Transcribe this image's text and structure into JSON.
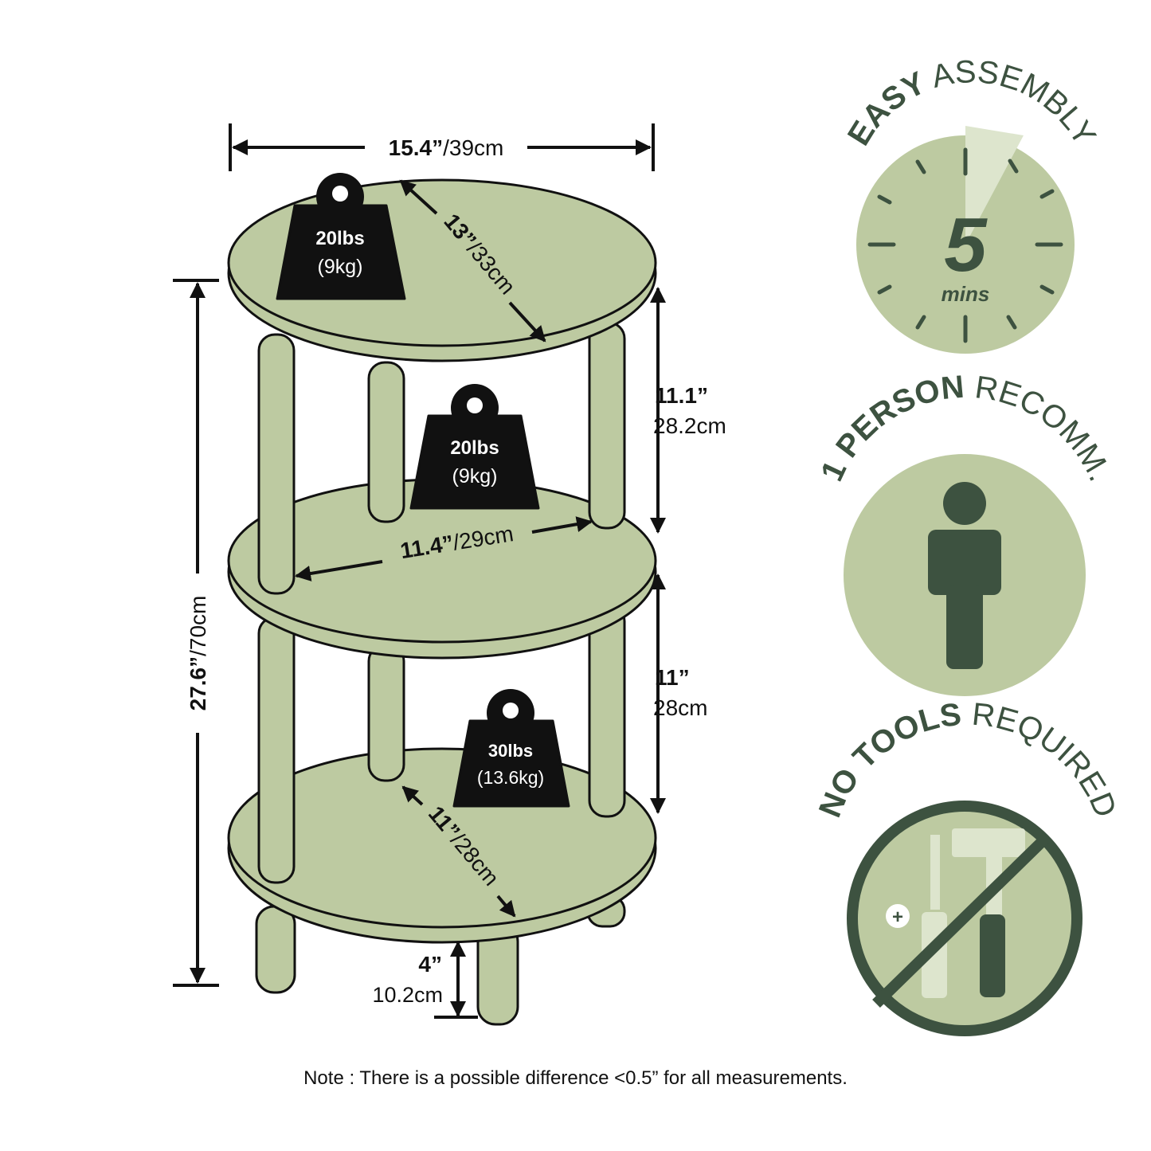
{
  "colors": {
    "shelf": "#bdcaa1",
    "outline": "#111111",
    "badge_fill": "#bdcaa1",
    "badge_dark": "#3d5240",
    "badge_light": "#dde5cd"
  },
  "dimensions": {
    "width_in": "15.4”",
    "width_cm": "/39cm",
    "top_depth_in": "13”",
    "top_depth_cm": "/33cm",
    "height_in": "27.6”",
    "height_cm": "/70cm",
    "upper_gap_in": "11.1”",
    "upper_gap_cm": "28.2cm",
    "middle_width_in": "11.4”",
    "middle_width_cm": "/29cm",
    "lower_gap_in": "11”",
    "lower_gap_cm": "28cm",
    "bottom_depth_in": "11”",
    "bottom_depth_cm": "/28cm",
    "leg_in": "4”",
    "leg_cm": "10.2cm"
  },
  "weights": [
    {
      "lbs": "20lbs",
      "kg": "(9kg)"
    },
    {
      "lbs": "20lbs",
      "kg": "(9kg)"
    },
    {
      "lbs": "30lbs",
      "kg": "(13.6kg)"
    }
  ],
  "badges": {
    "assembly": {
      "bold": "EASY",
      "light": "ASSEMBLY",
      "number": "5",
      "unit": "mins",
      "icon": "clock-icon"
    },
    "person": {
      "bold": "1 PERSON",
      "light": "RECOMM.",
      "icon": "person-icon"
    },
    "tools": {
      "bold": "NO TOOLS",
      "light": "REQUIRED",
      "icon": "no-tools-icon"
    }
  },
  "note": "Note : There is a possible difference <0.5” for all measurements."
}
